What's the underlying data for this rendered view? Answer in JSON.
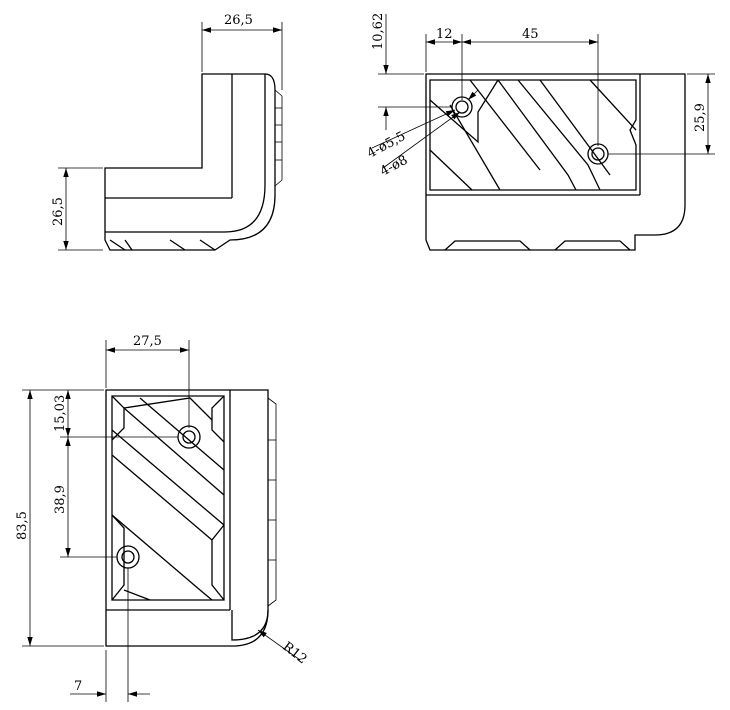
{
  "drawing": {
    "views": {
      "side": {
        "dim_top": "26,5",
        "dim_left": "26,5"
      },
      "top": {
        "dim_10_62": "10,62",
        "dim_12": "12",
        "dim_45": "45",
        "dim_25_9": "25,9",
        "hole_small": "4-ø5,5",
        "hole_large": "4-ø8"
      },
      "front": {
        "dim_27_5": "27,5",
        "dim_83_5": "83,5",
        "dim_15_03": "15,03",
        "dim_38_9": "38,9",
        "dim_7": "7",
        "radius": "R12"
      }
    }
  }
}
